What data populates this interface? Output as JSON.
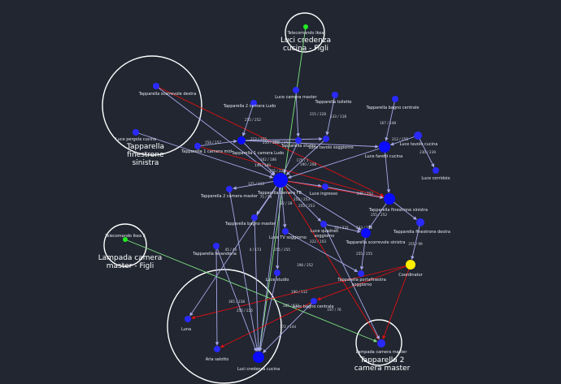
{
  "colors": {
    "background": "#212631",
    "router_node": "#0b0bff",
    "end_device_node": "#2a2aff",
    "coordinator_node": "#ffee00",
    "remote_node": "#22ee22",
    "link_normal": "#a7a9e8",
    "link_problem": "#e01010",
    "link_remote": "#7fe27f",
    "group_ring": "#ffffff"
  },
  "groups": [
    {
      "label_line1": "Luci credenza",
      "label_line2": "cucina - Figli"
    },
    {
      "label_line1": "Tapparella",
      "label_line2": "finestrone",
      "label_line3": "sinistra"
    },
    {
      "label_line1": "Lampada camera",
      "label_line2": "master - Figli"
    },
    {
      "label_line1": "Tapparella 2",
      "label_line2": "camera master"
    }
  ],
  "nodes": [
    {
      "id": "ikea_remote",
      "label": "Telecomando Ikea",
      "kind": "remote"
    },
    {
      "id": "ikea_remote2",
      "label": "Telecomando Ikea 2",
      "kind": "remote"
    },
    {
      "id": "tap_scorr_destra",
      "label": "Tapparella scorrevole destra",
      "kind": "end"
    },
    {
      "id": "luce_pergola",
      "label": "Luce pergola cucina",
      "kind": "end"
    },
    {
      "id": "tap2_ludo",
      "label": "Tapparella 2 camera Ludo",
      "kind": "end"
    },
    {
      "id": "luce_cam_master",
      "label": "Luce camera master",
      "kind": "end"
    },
    {
      "id": "tap_toilette",
      "label": "Tapparella toilette",
      "kind": "end"
    },
    {
      "id": "tap_bagno_centr",
      "label": "Tapparella bagno centrale",
      "kind": "end"
    },
    {
      "id": "tap1_cam_mid",
      "label": "Tapparella 1 camera mid",
      "kind": "end"
    },
    {
      "id": "tap1_ludo",
      "label": "Tapparella 1 camera Ludo",
      "kind": "router"
    },
    {
      "id": "tap_studio",
      "label": "Tapparella studio",
      "kind": "end"
    },
    {
      "id": "luce_tav_sogg",
      "label": "Luce tavolo soggiorno",
      "kind": "end"
    },
    {
      "id": "luce_faretti",
      "label": "Luce faretti cucina",
      "kind": "router"
    },
    {
      "id": "luce_tav_cucina",
      "label": "Luce tavolo cucina",
      "kind": "end"
    },
    {
      "id": "luce_corridoio",
      "label": "Luce corridoio",
      "kind": "end"
    },
    {
      "id": "tap_cam_fb",
      "label": "Tapparella camera FB",
      "kind": "router"
    },
    {
      "id": "tap2_cam_master",
      "label": "Tapparella 2 camera master",
      "kind": "end"
    },
    {
      "id": "luce_ingresso",
      "label": "Luce ingresso",
      "kind": "end"
    },
    {
      "id": "tap_fin_sinistra",
      "label": "Tapparella finestrone sinistra",
      "kind": "router"
    },
    {
      "id": "tap_bagno_master",
      "label": "Tapparella bagno master",
      "kind": "end"
    },
    {
      "id": "tap_fin_destra",
      "label": "Tapparella finestrone destra",
      "kind": "end"
    },
    {
      "id": "tap_lavanderia",
      "label": "Tapparella lavanderia",
      "kind": "end"
    },
    {
      "id": "luce_tv",
      "label": "Luce TV soggiorno",
      "kind": "end"
    },
    {
      "id": "luce_quadrati_l1",
      "label": "Luce quadrati",
      "label_l2": "soggiorno",
      "kind": "end"
    },
    {
      "id": "tap_scorr_sinistra",
      "label": "Tapparella scorrevole sinistra",
      "kind": "router"
    },
    {
      "id": "coordinator",
      "label": "Coordinator",
      "kind": "coordinator"
    },
    {
      "id": "luce_studio",
      "label": "Luce studio",
      "kind": "end"
    },
    {
      "id": "tap_portafin_l1",
      "label": "Tapparella portafinestra",
      "label_l2": "soggiorno",
      "kind": "end"
    },
    {
      "id": "luce_bagno_centr",
      "label": "Luce bagno centrale",
      "kind": "end"
    },
    {
      "id": "luna",
      "label": "Luna",
      "kind": "end"
    },
    {
      "id": "aria_salotto",
      "label": "Aria salotto",
      "kind": "end"
    },
    {
      "id": "luci_credenza",
      "label": "Luci credenza cucina",
      "kind": "router"
    },
    {
      "id": "lampada_cam_master",
      "label": "Lampada camera master",
      "kind": "end"
    }
  ],
  "link_labels": [
    "255 / 252",
    "215 / 228",
    "133 / 118",
    "167 / 148",
    "212 / 255",
    "230 / 239",
    "154 / 157",
    "212 / 255",
    "255 / 255",
    "255 / 253",
    "175 / 1",
    "190 / 208",
    "162 / 186",
    "140 / 140",
    "115 / 228",
    "125 / 113",
    "75 / 59",
    "22 / 28",
    "252 / 253",
    "255 / 253",
    "245 / 252",
    "255 / 252",
    "255 / 99",
    "53 / 232",
    "223 / 252",
    "222 / 103",
    "45 / 40",
    "4 / 173",
    "255 / 255",
    "198 / 252",
    "255 / 255",
    "190 / 112",
    "255 / 225",
    "365 / 238",
    "172 / 144",
    "285 / 232",
    "197 / 76"
  ]
}
